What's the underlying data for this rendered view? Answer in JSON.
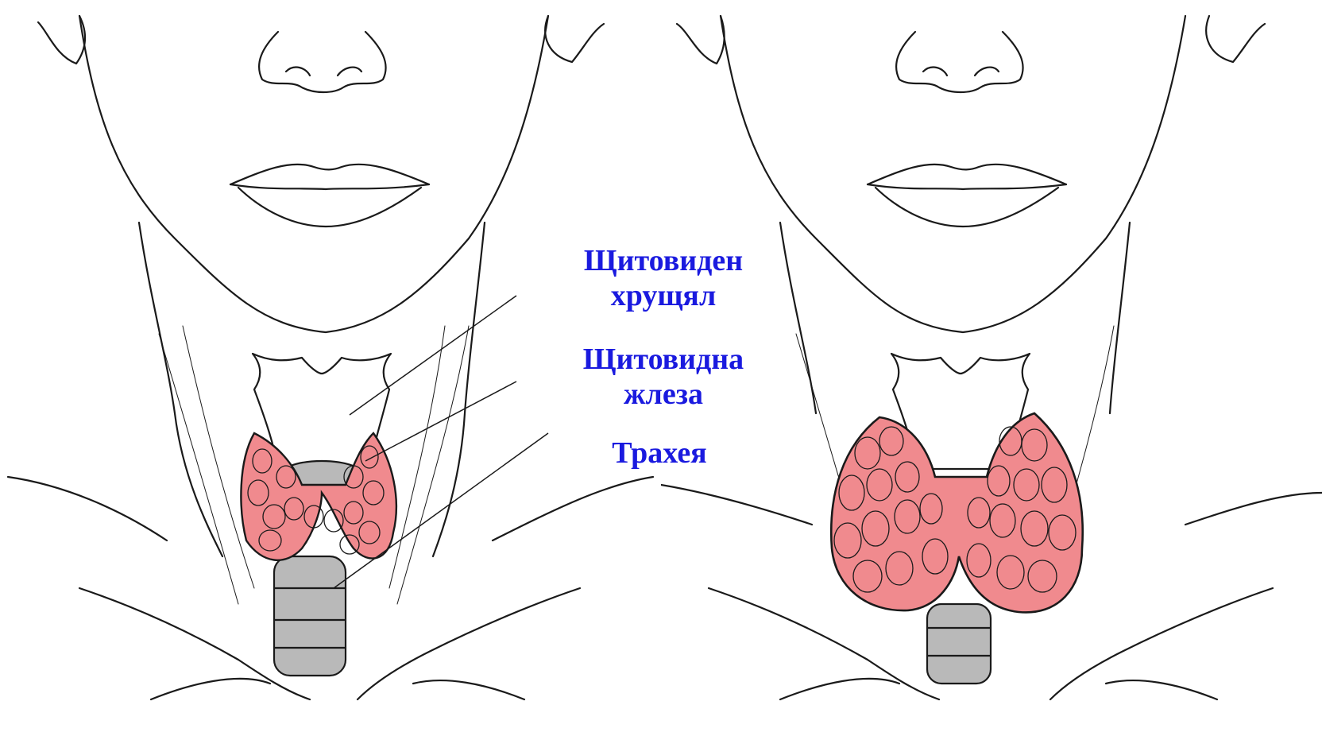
{
  "labels": {
    "thyroid_cartilage": "Щитовиден хрущял",
    "thyroid_gland": "Щитовидна жлеза",
    "trachea": "Трахея"
  },
  "colors": {
    "label_text": "#1a1adf",
    "gland_fill": "#f08a8e",
    "trachea_fill": "#b9b9b9",
    "line": "#1a1a1a"
  }
}
